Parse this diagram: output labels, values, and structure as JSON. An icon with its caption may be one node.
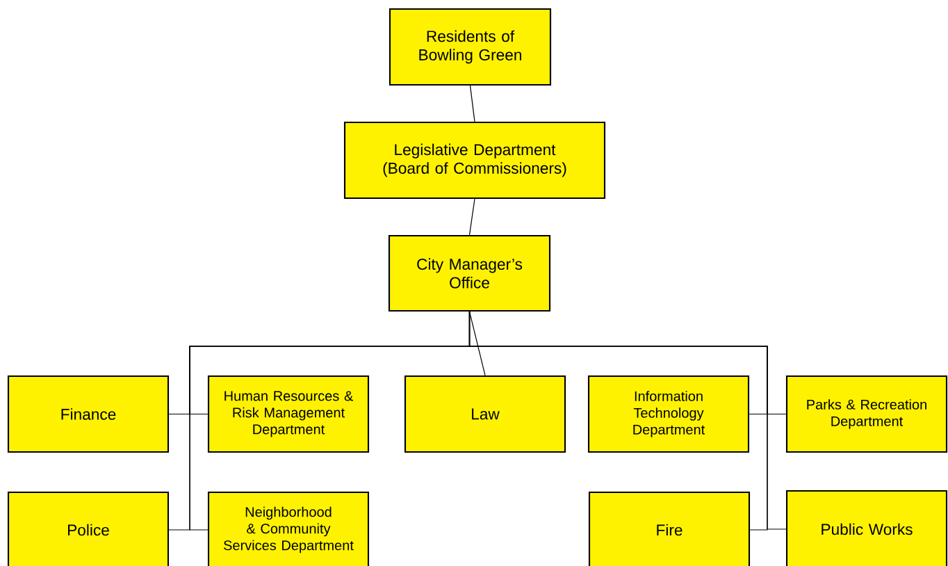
{
  "diagram": {
    "nodes": [
      {
        "text": [
          "Residents of Bowling Green"
        ]
      },
      {
        "text": [
          "Legislative Department (Board of Commissioners)"
        ]
      },
      {
        "text": [
          "City Manager’s Office"
        ]
      },
      {
        "text": [
          "Finance"
        ]
      },
      {
        "text": [
          "Human Resources & Risk Management Department"
        ]
      },
      {
        "text": [
          "Law"
        ]
      },
      {
        "text": [
          "Information Technology Department"
        ]
      },
      {
        "text": [
          "Parks & Recreation Department"
        ]
      },
      {
        "text": [
          "Police"
        ]
      },
      {
        "text": [
          "Neighborhood & Community Services Department"
        ]
      },
      {
        "text": [
          "Fire"
        ]
      },
      {
        "text": [
          "Public Works"
        ]
      }
    ],
    "edges": [
      {
        "from": 0,
        "to": 1,
        "arrow": "none"
      },
      {
        "from": 1,
        "to": 2,
        "arrow": "none"
      },
      {
        "from": 2,
        "to": 3,
        "arrow": "none"
      },
      {
        "from": 2,
        "to": 4,
        "arrow": "none"
      },
      {
        "from": 2,
        "to": 5,
        "arrow": "none"
      },
      {
        "from": 2,
        "to": 6,
        "arrow": "none"
      },
      {
        "from": 2,
        "to": 7,
        "arrow": "none"
      },
      {
        "from": 2,
        "to": 8,
        "arrow": "none"
      },
      {
        "from": 2,
        "to": 9,
        "arrow": "none"
      },
      {
        "from": 2,
        "to": 10,
        "arrow": "none"
      },
      {
        "from": 2,
        "to": 11,
        "arrow": "none"
      }
    ]
  }
}
